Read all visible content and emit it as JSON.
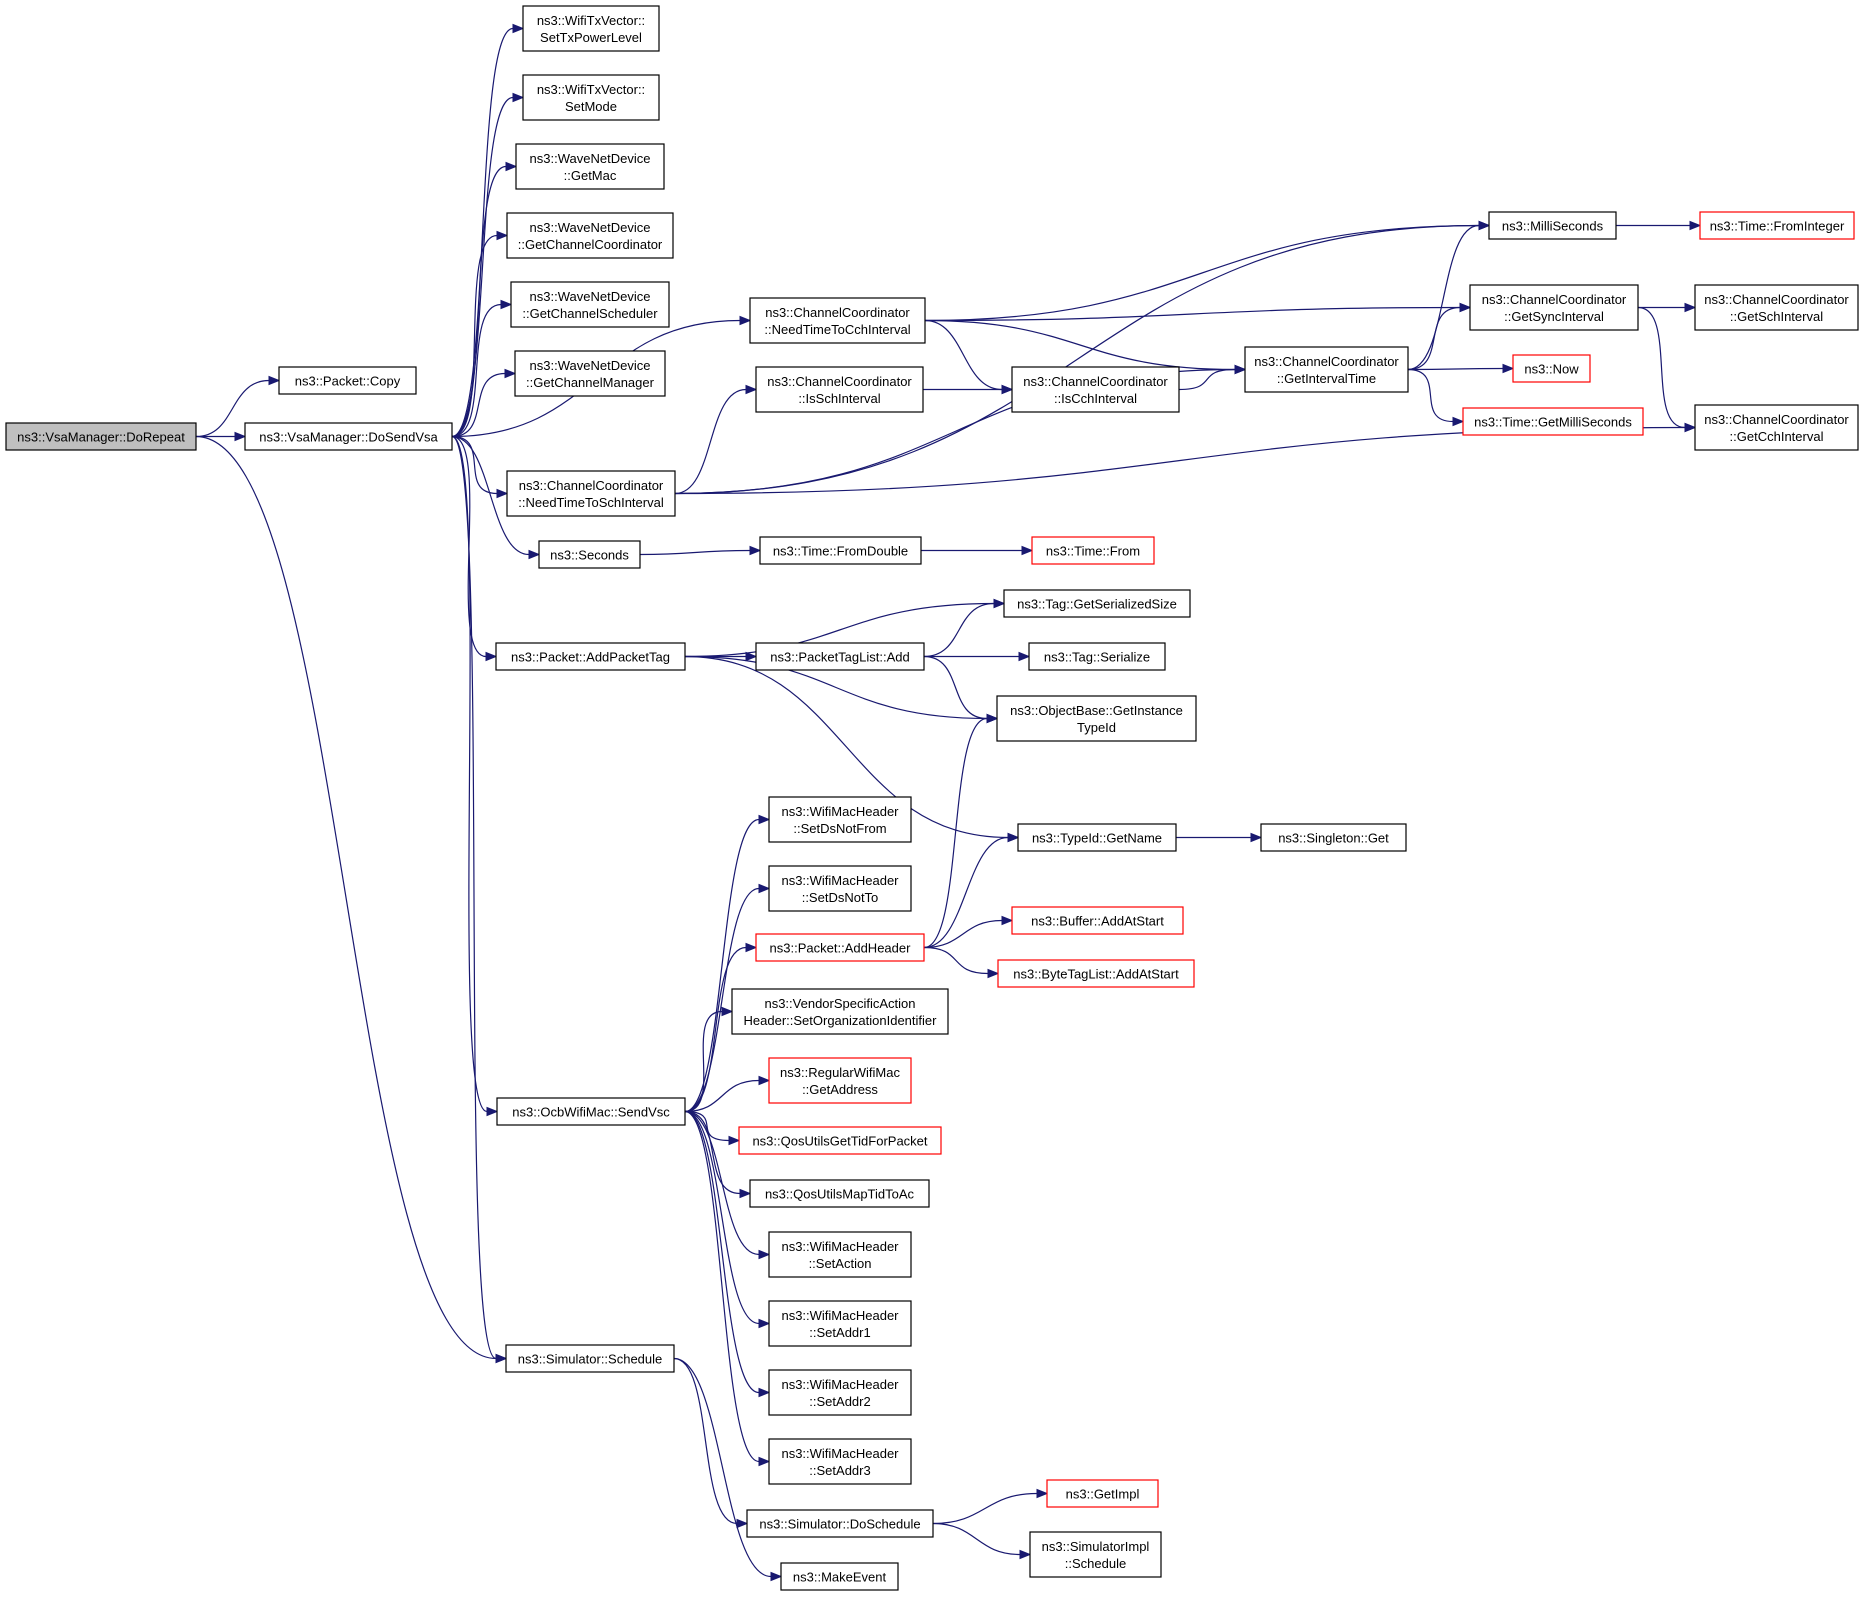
{
  "graph": {
    "nodes": [
      {
        "id": "doRepeat",
        "lines": [
          "ns3::VsaManager::DoRepeat"
        ],
        "root": true
      },
      {
        "id": "copy",
        "lines": [
          "ns3::Packet::Copy"
        ]
      },
      {
        "id": "doSendVsa",
        "lines": [
          "ns3::VsaManager::DoSendVsa"
        ]
      },
      {
        "id": "setTxPower",
        "lines": [
          "ns3::WifiTxVector::",
          "SetTxPowerLevel"
        ]
      },
      {
        "id": "setMode",
        "lines": [
          "ns3::WifiTxVector::",
          "SetMode"
        ]
      },
      {
        "id": "getMac",
        "lines": [
          "ns3::WaveNetDevice",
          "::GetMac"
        ]
      },
      {
        "id": "getChCoord",
        "lines": [
          "ns3::WaveNetDevice",
          "::GetChannelCoordinator"
        ]
      },
      {
        "id": "getChSched",
        "lines": [
          "ns3::WaveNetDevice",
          "::GetChannelScheduler"
        ]
      },
      {
        "id": "getChMgr",
        "lines": [
          "ns3::WaveNetDevice",
          "::GetChannelManager"
        ]
      },
      {
        "id": "needCch",
        "lines": [
          "ns3::ChannelCoordinator",
          "::NeedTimeToCchInterval"
        ]
      },
      {
        "id": "isSch",
        "lines": [
          "ns3::ChannelCoordinator",
          "::IsSchInterval"
        ]
      },
      {
        "id": "needSch",
        "lines": [
          "ns3::ChannelCoordinator",
          "::NeedTimeToSchInterval"
        ]
      },
      {
        "id": "isCch",
        "lines": [
          "ns3::ChannelCoordinator",
          "::IsCchInterval"
        ]
      },
      {
        "id": "getInterval",
        "lines": [
          "ns3::ChannelCoordinator",
          "::GetIntervalTime"
        ]
      },
      {
        "id": "milli",
        "lines": [
          "ns3::MilliSeconds"
        ]
      },
      {
        "id": "fromInteger",
        "lines": [
          "ns3::Time::FromInteger"
        ],
        "truncated": true
      },
      {
        "id": "getSync",
        "lines": [
          "ns3::ChannelCoordinator",
          "::GetSyncInterval"
        ]
      },
      {
        "id": "getSchI",
        "lines": [
          "ns3::ChannelCoordinator",
          "::GetSchInterval"
        ]
      },
      {
        "id": "getCchI",
        "lines": [
          "ns3::ChannelCoordinator",
          "::GetCchInterval"
        ]
      },
      {
        "id": "now",
        "lines": [
          "ns3::Now"
        ],
        "truncated": true
      },
      {
        "id": "getMilli",
        "lines": [
          "ns3::Time::GetMilliSeconds"
        ],
        "truncated": true
      },
      {
        "id": "seconds",
        "lines": [
          "ns3::Seconds"
        ]
      },
      {
        "id": "fromDouble",
        "lines": [
          "ns3::Time::FromDouble"
        ]
      },
      {
        "id": "timeFrom",
        "lines": [
          "ns3::Time::From"
        ],
        "truncated": true
      },
      {
        "id": "addPacketTag",
        "lines": [
          "ns3::Packet::AddPacketTag"
        ]
      },
      {
        "id": "tagSize",
        "lines": [
          "ns3::Tag::GetSerializedSize"
        ]
      },
      {
        "id": "ptlAdd",
        "lines": [
          "ns3::PacketTagList::Add"
        ]
      },
      {
        "id": "tagSer",
        "lines": [
          "ns3::Tag::Serialize"
        ]
      },
      {
        "id": "instTypeId",
        "lines": [
          "ns3::ObjectBase::GetInstance",
          "TypeId"
        ]
      },
      {
        "id": "getName",
        "lines": [
          "ns3::TypeId::GetName"
        ]
      },
      {
        "id": "singleton",
        "lines": [
          "ns3::Singleton::Get"
        ]
      },
      {
        "id": "setDsNotFrom",
        "lines": [
          "ns3::WifiMacHeader",
          "::SetDsNotFrom"
        ]
      },
      {
        "id": "setDsNotTo",
        "lines": [
          "ns3::WifiMacHeader",
          "::SetDsNotTo"
        ]
      },
      {
        "id": "addHeader",
        "lines": [
          "ns3::Packet::AddHeader"
        ],
        "truncated": true
      },
      {
        "id": "bufAdd",
        "lines": [
          "ns3::Buffer::AddAtStart"
        ],
        "truncated": true
      },
      {
        "id": "btlAdd",
        "lines": [
          "ns3::ByteTagList::AddAtStart"
        ],
        "truncated": true
      },
      {
        "id": "vendor",
        "lines": [
          "ns3::VendorSpecificAction",
          "Header::SetOrganizationIdentifier"
        ]
      },
      {
        "id": "regAddr",
        "lines": [
          "ns3::RegularWifiMac",
          "::GetAddress"
        ],
        "truncated": true
      },
      {
        "id": "ocbSend",
        "lines": [
          "ns3::OcbWifiMac::SendVsc"
        ]
      },
      {
        "id": "qosTid",
        "lines": [
          "ns3::QosUtilsGetTidForPacket"
        ],
        "truncated": true
      },
      {
        "id": "qosMap",
        "lines": [
          "ns3::QosUtilsMapTidToAc"
        ]
      },
      {
        "id": "setAction",
        "lines": [
          "ns3::WifiMacHeader",
          "::SetAction"
        ]
      },
      {
        "id": "setAddr1",
        "lines": [
          "ns3::WifiMacHeader",
          "::SetAddr1"
        ]
      },
      {
        "id": "setAddr2",
        "lines": [
          "ns3::WifiMacHeader",
          "::SetAddr2"
        ]
      },
      {
        "id": "setAddr3",
        "lines": [
          "ns3::WifiMacHeader",
          "::SetAddr3"
        ]
      },
      {
        "id": "schedule",
        "lines": [
          "ns3::Simulator::Schedule"
        ]
      },
      {
        "id": "doSchedule",
        "lines": [
          "ns3::Simulator::DoSchedule"
        ]
      },
      {
        "id": "getImpl",
        "lines": [
          "ns3::GetImpl"
        ],
        "truncated": true
      },
      {
        "id": "implSched",
        "lines": [
          "ns3::SimulatorImpl",
          "::Schedule"
        ]
      },
      {
        "id": "makeEvent",
        "lines": [
          "ns3::MakeEvent"
        ]
      }
    ],
    "edges": [
      [
        "doRepeat",
        "copy"
      ],
      [
        "doRepeat",
        "doSendVsa"
      ],
      [
        "doRepeat",
        "schedule"
      ],
      [
        "doSendVsa",
        "setTxPower"
      ],
      [
        "doSendVsa",
        "setMode"
      ],
      [
        "doSendVsa",
        "getMac"
      ],
      [
        "doSendVsa",
        "getChCoord"
      ],
      [
        "doSendVsa",
        "getChSched"
      ],
      [
        "doSendVsa",
        "getChMgr"
      ],
      [
        "doSendVsa",
        "needCch"
      ],
      [
        "doSendVsa",
        "needSch"
      ],
      [
        "doSendVsa",
        "seconds"
      ],
      [
        "doSendVsa",
        "addPacketTag"
      ],
      [
        "doSendVsa",
        "ocbSend"
      ],
      [
        "doSendVsa",
        "schedule"
      ],
      [
        "needCch",
        "milli"
      ],
      [
        "needCch",
        "getSync"
      ],
      [
        "needCch",
        "getInterval"
      ],
      [
        "needCch",
        "isCch"
      ],
      [
        "isSch",
        "isCch"
      ],
      [
        "isCch",
        "getInterval"
      ],
      [
        "needSch",
        "isSch"
      ],
      [
        "needSch",
        "getInterval"
      ],
      [
        "needSch",
        "getCchI"
      ],
      [
        "needSch",
        "milli"
      ],
      [
        "getInterval",
        "milli"
      ],
      [
        "getInterval",
        "getSync"
      ],
      [
        "getInterval",
        "now"
      ],
      [
        "getInterval",
        "getMilli"
      ],
      [
        "milli",
        "fromInteger"
      ],
      [
        "getSync",
        "getSchI"
      ],
      [
        "getSync",
        "getCchI"
      ],
      [
        "seconds",
        "fromDouble"
      ],
      [
        "fromDouble",
        "timeFrom"
      ],
      [
        "addPacketTag",
        "tagSize"
      ],
      [
        "addPacketTag",
        "ptlAdd"
      ],
      [
        "addPacketTag",
        "instTypeId"
      ],
      [
        "addPacketTag",
        "getName"
      ],
      [
        "ptlAdd",
        "tagSize"
      ],
      [
        "ptlAdd",
        "tagSer"
      ],
      [
        "ptlAdd",
        "instTypeId"
      ],
      [
        "getName",
        "singleton"
      ],
      [
        "ocbSend",
        "setDsNotFrom"
      ],
      [
        "ocbSend",
        "setDsNotTo"
      ],
      [
        "ocbSend",
        "addHeader"
      ],
      [
        "ocbSend",
        "vendor"
      ],
      [
        "ocbSend",
        "regAddr"
      ],
      [
        "ocbSend",
        "qosTid"
      ],
      [
        "ocbSend",
        "qosMap"
      ],
      [
        "ocbSend",
        "setAction"
      ],
      [
        "ocbSend",
        "setAddr1"
      ],
      [
        "ocbSend",
        "setAddr2"
      ],
      [
        "ocbSend",
        "setAddr3"
      ],
      [
        "addHeader",
        "getName"
      ],
      [
        "addHeader",
        "instTypeId"
      ],
      [
        "addHeader",
        "bufAdd"
      ],
      [
        "addHeader",
        "btlAdd"
      ],
      [
        "schedule",
        "doSchedule"
      ],
      [
        "schedule",
        "makeEvent"
      ],
      [
        "doSchedule",
        "getImpl"
      ],
      [
        "doSchedule",
        "implSched"
      ]
    ]
  }
}
